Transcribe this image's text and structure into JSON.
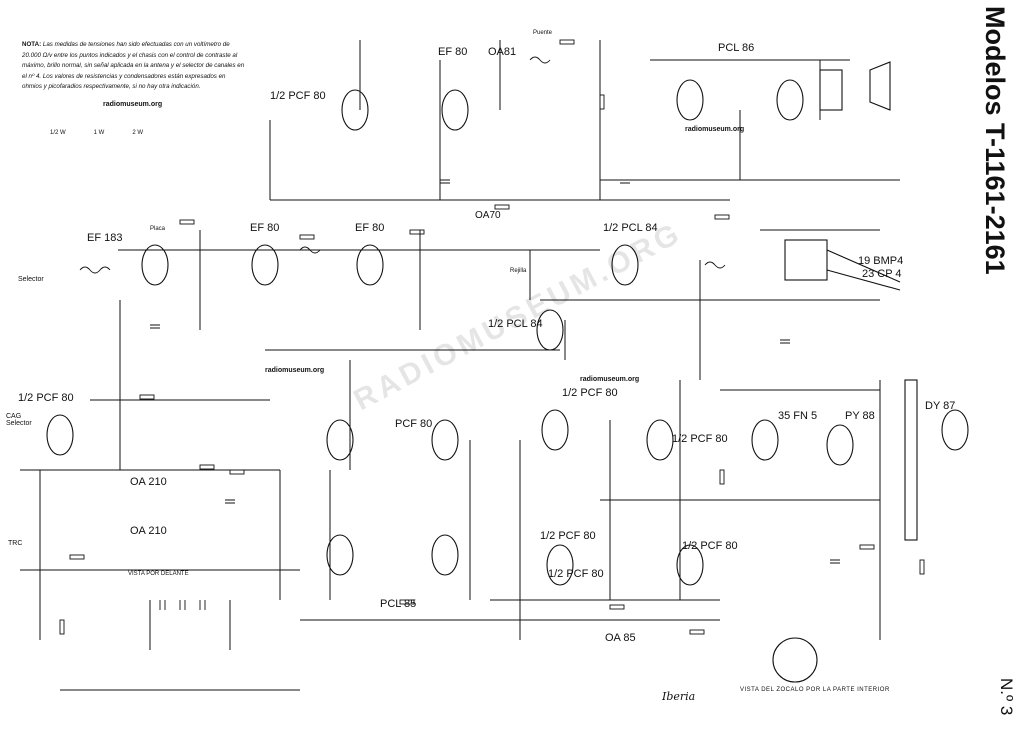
{
  "title": "Modelos T-1161-2161",
  "page_number": "N.º 3",
  "note": {
    "heading": "NOTA:",
    "text": "Las medidas de tensiones han sido efectuadas con un voltímetro de 20.000 Ω/v entre los puntos indicados y el chasis con el control de contraste al máximo, brillo normal, sin señal aplicada en la antena y el selector de canales en el nº 4. Los valores de resistencias y condensadores están expresados en ohmios y picofaradios respectivamente, si no hay otra indicación."
  },
  "legend_items": [
    "1/2 W",
    "1 W",
    "2 W"
  ],
  "watermark": "RADIOMUSEUM.ORG",
  "site_label": "radiomuseum.org",
  "tubes": [
    "1/2 PCF 80",
    "EF 80",
    "OA81",
    "PCL 86",
    "EF 183",
    "EF 80",
    "EF 80",
    "OA70",
    "1/2 PCL 84",
    "1/2 PCL 84",
    "1/2 PCF 80",
    "PCF 80",
    "1/2 PCF 80",
    "1/2 PCF 80",
    "35 FN 5",
    "PY 88",
    "DY 87",
    "1/2 PCF 80",
    "PCL 85",
    "1/2 PCF 80",
    "1/2 PCF 80",
    "OA 210",
    "OA 210",
    "OA 85",
    "19 BMP4",
    "23 CP 4"
  ],
  "labels": {
    "selector": "Selector",
    "cag_selector": "CAG Selector",
    "trc": "TRC",
    "vista_delante": "VISTA POR DELANTE",
    "puente": "Puente",
    "rejilla": "Rejilla",
    "placa": "Placa"
  },
  "caption": "VISTA DEL ZOCALO POR LA PARTE INTERIOR",
  "logo": "Iberia"
}
